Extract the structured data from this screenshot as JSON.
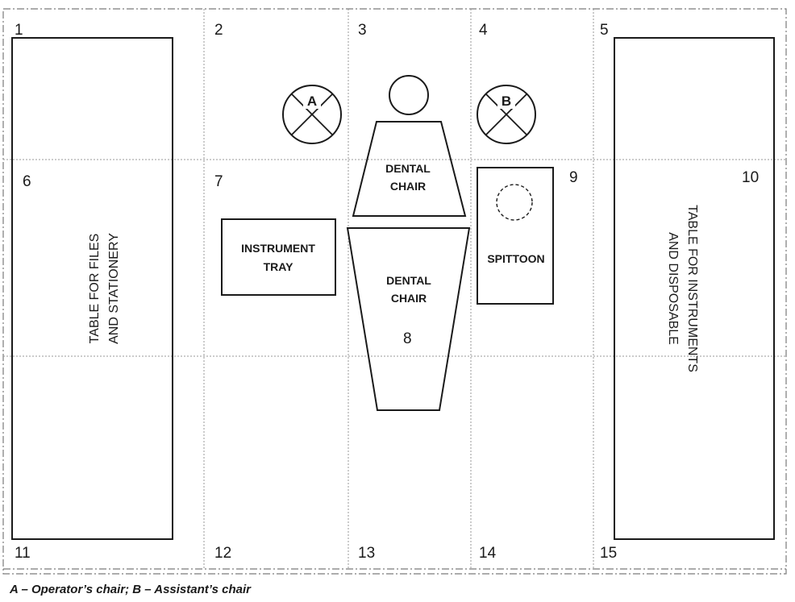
{
  "cells": [
    "1",
    "2",
    "3",
    "4",
    "5",
    "6",
    "7",
    "8",
    "9",
    "10",
    "11",
    "12",
    "13",
    "14",
    "15"
  ],
  "labels": {
    "files_table": [
      "TABLE FOR FILES",
      "AND STATIONERY"
    ],
    "instruments_table": [
      "TABLE FOR INSTRUMENTS",
      "AND DISPOSABLE"
    ],
    "instrument_tray": [
      "INSTRUMENT",
      "TRAY"
    ],
    "dental_chair_back": [
      "DENTAL",
      "CHAIR"
    ],
    "dental_chair_seat": [
      "DENTAL",
      "CHAIR"
    ],
    "spittoon": "SPITTOON",
    "operator_chair": "A",
    "assistant_chair": "B"
  },
  "caption": "A – Operator’s chair; B – Assistant’s chair"
}
